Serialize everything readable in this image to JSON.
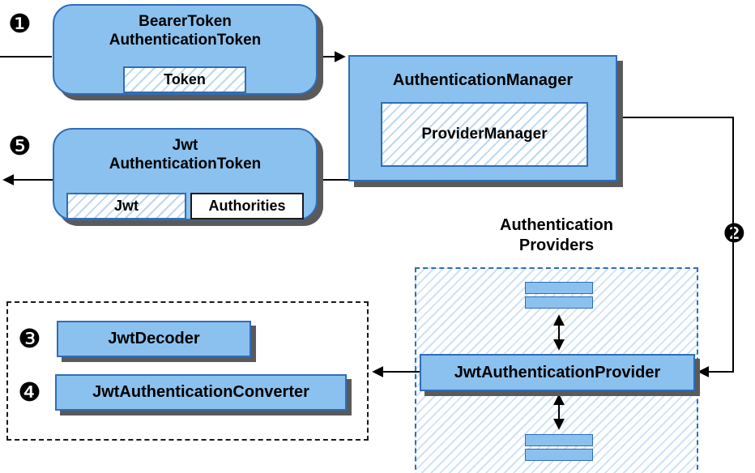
{
  "diagram": {
    "steps": [
      "❶",
      "❷",
      "❸",
      "❹",
      "❺"
    ],
    "bearer_token_node": {
      "title_line1": "BearerToken",
      "title_line2": "AuthenticationToken",
      "inner_label": "Token"
    },
    "authentication_manager_node": {
      "title": "AuthenticationManager",
      "inner_label": "ProviderManager"
    },
    "jwt_token_node": {
      "title_line1": "Jwt",
      "title_line2": "AuthenticationToken",
      "jwt_label": "Jwt",
      "authorities_label": "Authorities"
    },
    "providers_group": {
      "label_line1": "Authentication",
      "label_line2": "Providers",
      "provider_label": "JwtAuthenticationProvider"
    },
    "decoder_group": {
      "decoder_label": "JwtDecoder",
      "converter_label": "JwtAuthenticationConverter"
    },
    "colors": {
      "box_fill": "#8bc1ee",
      "box_border": "#2f6db8",
      "hatch_stripe": "#bcd8f0",
      "container_stripe": "#cfe2f5",
      "shadow": "#5a5a5a",
      "line": "#000000"
    }
  }
}
